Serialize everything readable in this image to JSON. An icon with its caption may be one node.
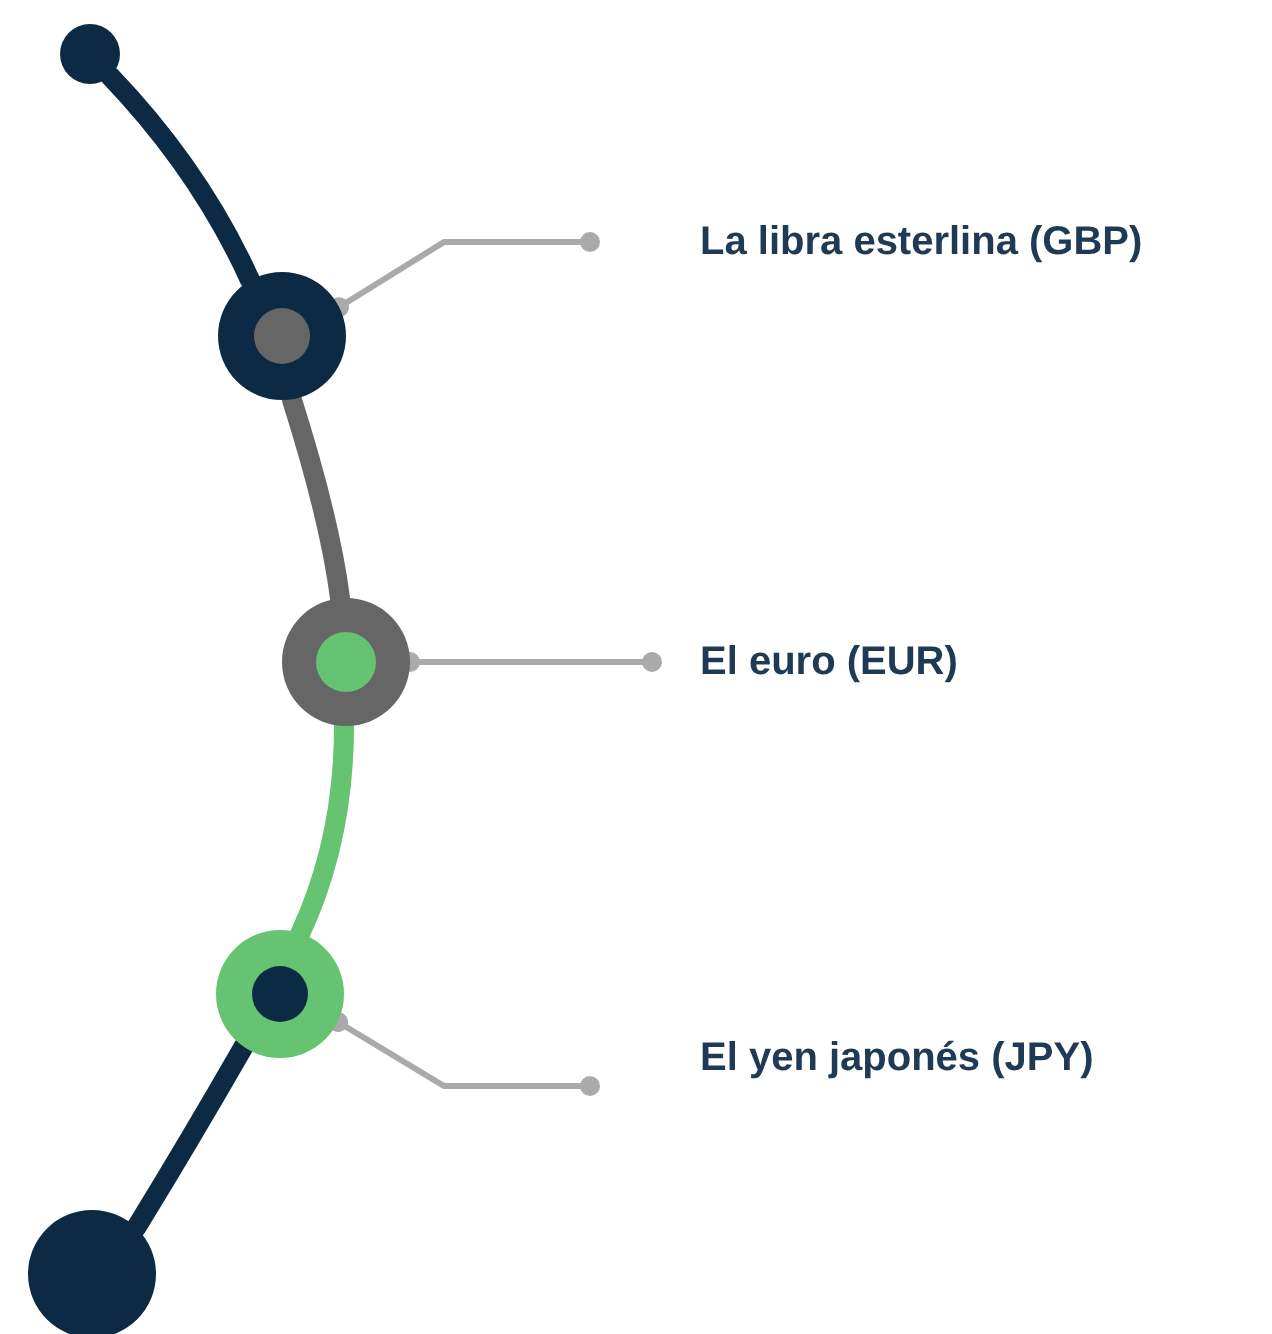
{
  "diagram": {
    "nodes": [
      {
        "text": [],
        "shape": "circle"
      },
      {
        "text": [],
        "shape": "circle"
      },
      {
        "text": [],
        "shape": "circle"
      },
      {
        "text": [],
        "shape": "circle"
      },
      {
        "text": [],
        "shape": "circle"
      },
      {
        "text": [
          "La libra esterlina (GBP)"
        ]
      },
      {
        "text": [
          "El euro (EUR)"
        ]
      },
      {
        "text": [
          "El yen japonés (JPY)"
        ]
      }
    ],
    "edges": [
      {
        "from": 0,
        "to": 1,
        "arrow": "none",
        "color": "#0d2a45"
      },
      {
        "from": 1,
        "to": 2,
        "arrow": "none",
        "color": "#666666"
      },
      {
        "from": 2,
        "to": 3,
        "arrow": "none",
        "color": "#66c372"
      },
      {
        "from": 3,
        "to": 4,
        "arrow": "none",
        "color": "#0d2a45"
      },
      {
        "from": 5,
        "to": 1,
        "arrow": "other",
        "color": "#aaaaaa"
      },
      {
        "from": 6,
        "to": 2,
        "arrow": "other",
        "color": "#aaaaaa"
      },
      {
        "from": 7,
        "to": 3,
        "arrow": "other",
        "color": "#aaaaaa"
      }
    ]
  }
}
